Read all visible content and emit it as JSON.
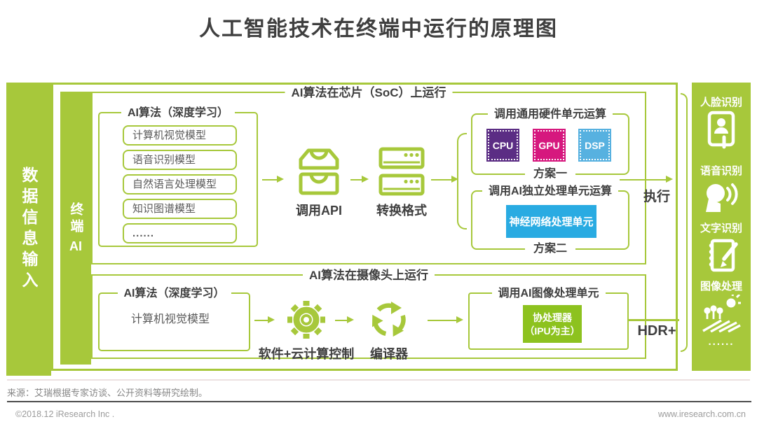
{
  "title": "人工智能技术在终端中运行的原理图",
  "colors": {
    "green": "#a7c83b",
    "green_dark": "#8dc21f",
    "cyan": "#29abe2",
    "cpu": "#5b2d84",
    "gpu": "#d6187e",
    "dsp": "#57b1e0",
    "text_dark": "#3f3f3f"
  },
  "input_bar": {
    "label": "数据信息输入"
  },
  "terminal_bar": {
    "label_cn": "终端",
    "label_en": "AI"
  },
  "soc_section": {
    "title": "AI算法在芯片（SoC）上运行",
    "algo_box": {
      "title": "AI算法（深度学习）",
      "models": [
        "计算机视觉模型",
        "语音识别模型",
        "自然语言处理模型",
        "知识图谱模型",
        "......"
      ]
    },
    "api": {
      "label": "调用API",
      "icon": "inbox-trays-icon"
    },
    "convert": {
      "label": "转换格式",
      "icon": "server-stack-icon"
    },
    "plan1": {
      "title": "调用通用硬件单元运算",
      "chips": [
        {
          "label": "CPU",
          "color": "#5b2d84"
        },
        {
          "label": "GPU",
          "color": "#d6187e"
        },
        {
          "label": "DSP",
          "color": "#57b1e0"
        }
      ],
      "caption": "方案一"
    },
    "plan2": {
      "title": "调用AI独立处理单元运算",
      "unit": "神经网络处理单元",
      "unit_color": "#29abe2",
      "caption": "方案二"
    },
    "execute_label": "执行"
  },
  "camera_section": {
    "title": "AI算法在摄像头上运行",
    "algo_box": {
      "title": "AI算法（深度学习）",
      "models": [
        "计算机视觉模型"
      ]
    },
    "software": {
      "label": "软件+云计算控制",
      "icon": "gear-icon"
    },
    "compiler": {
      "label": "编译器",
      "icon": "recycle-icon"
    },
    "ipu_box": {
      "title": "调用AI图像处理单元",
      "unit_line1": "协处理器",
      "unit_line2": "（IPU为主）",
      "unit_color": "#8dc21f"
    },
    "hdr_label": "HDR+"
  },
  "output_bar": {
    "items": [
      {
        "label": "人脸识别",
        "icon": "face-recognition-icon"
      },
      {
        "label": "语音识别",
        "icon": "speech-recognition-icon"
      },
      {
        "label": "文字识别",
        "icon": "text-recognition-icon"
      },
      {
        "label": "图像处理",
        "icon": "image-processing-icon"
      }
    ],
    "more": "......"
  },
  "footer": {
    "source": "来源：艾瑞根据专家访谈、公开资料等研究绘制。",
    "copyright": "©2018.12 iResearch Inc .",
    "website": "www.iresearch.com.cn"
  }
}
